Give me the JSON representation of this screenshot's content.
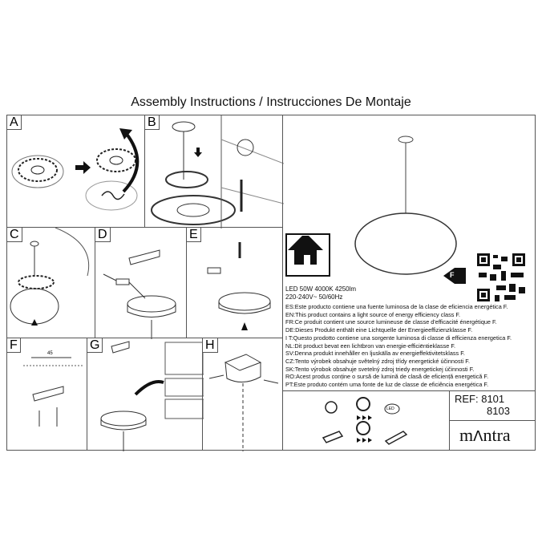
{
  "title": "Assembly Instructions / Instrucciones De Montaje",
  "panels": [
    "A",
    "B",
    "C",
    "D",
    "E",
    "F",
    "G",
    "H"
  ],
  "spec": {
    "line1": "LED 50W 4000K 4250lm",
    "line2": "220-240V~ 50/60Hz"
  },
  "energy_class_badge": "F",
  "statements": [
    "ES:Este producto contiene una fuente luminosa de la clase de eficiencia energética F.",
    "EN:This product contains a light source of energy efficiency class F.",
    "FR:Ce produit contient une source lumineuse de classe d'efficacité énergétique F.",
    "DE:Dieses Produkt enthält eine Lichtquelle der Energieeffizienzklasse F.",
    "I T:Questo prodotto contiene una sorgente luminosa di classe di efficienza energetica F.",
    "NL:Dit product bevat een lichtbron van energie-efficiëntieklasse F.",
    "SV:Denna produkt innehåller en ljuskälla av energieffektivitetsklass F.",
    "CZ:Tento výrobek obsahuje světelný zdroj třídy energetické účinnosti F.",
    "SK:Tento výrobok obsahuje svetelný zdroj triedy energetickej účinnosti F.",
    "RO:Acest produs conține o sursă de lumină de clasă de eficiență energetică F.",
    "PT:Este produto contém uma fonte de luz de classe de eficiência energética F."
  ],
  "ref": {
    "line1": "REF: 8101",
    "line2": "8103"
  },
  "brand": "mAntra",
  "dimension_label": "45",
  "led_icon_text": "LED"
}
